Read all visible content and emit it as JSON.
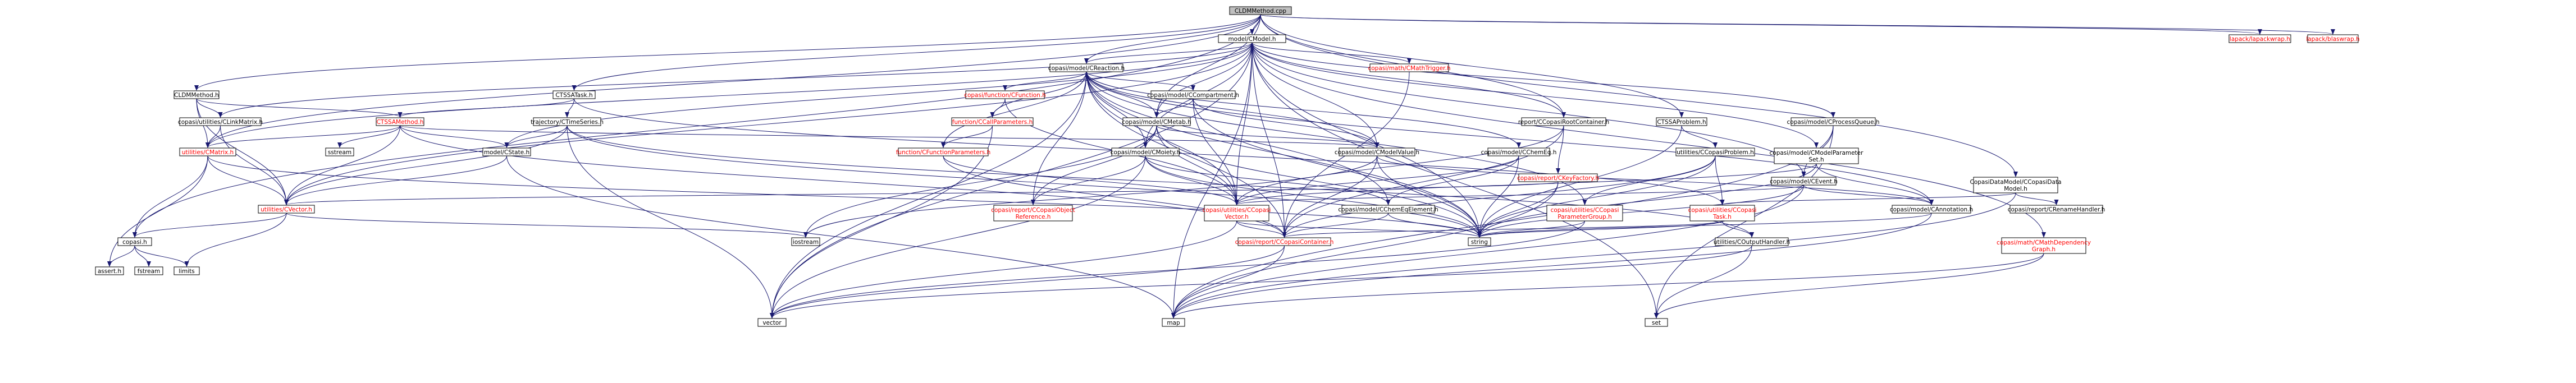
{
  "graph": {
    "root_file": "CLDMMethod.cpp",
    "colors": {
      "root_fill": "#bfbfbf",
      "node_fill": "#ffffff",
      "node_border": "#000000",
      "missing_border": "#bfbfbf",
      "link_text": "#ff0000",
      "edge": "#191970"
    },
    "nodes": [
      {
        "id": "root",
        "lines": [
          "CLDMMethod.cpp"
        ],
        "style": "root"
      },
      {
        "id": "cmodel",
        "lines": [
          "model/CModel.h"
        ],
        "style": "normal"
      },
      {
        "id": "lapackh",
        "lines": [
          "lapack/lapackwrap.h"
        ],
        "style": "red"
      },
      {
        "id": "blaswrap",
        "lines": [
          "lapack/blaswrap.h"
        ],
        "style": "red"
      },
      {
        "id": "creaction",
        "lines": [
          "copasi/model/CReaction.h"
        ],
        "style": "normal"
      },
      {
        "id": "cmathtrigger",
        "lines": [
          "copasi/math/CMathTrigger.h"
        ],
        "style": "red"
      },
      {
        "id": "cldmmethodh",
        "lines": [
          "CLDMMethod.h"
        ],
        "style": "normal"
      },
      {
        "id": "ctssatask",
        "lines": [
          "CTSSATask.h"
        ],
        "style": "normal"
      },
      {
        "id": "cfunction",
        "lines": [
          "copasi/function/CFunction.h"
        ],
        "style": "red"
      },
      {
        "id": "ccompartment",
        "lines": [
          "copasi/model/CCompartment.h"
        ],
        "style": "normal"
      },
      {
        "id": "cprocessqueue",
        "lines": [
          "copasi/model/CProcessQueue.h"
        ],
        "style": "normal"
      },
      {
        "id": "creportroot",
        "lines": [
          "report/CCopasiRootContainer.h"
        ],
        "style": "normal"
      },
      {
        "id": "ctssaproblem",
        "lines": [
          "CTSSAProblem.h"
        ],
        "style": "normal"
      },
      {
        "id": "clinkmatrix",
        "lines": [
          "copasi/utilities/CLinkMatrix.h"
        ],
        "style": "normal"
      },
      {
        "id": "ctssamethod",
        "lines": [
          "CTSSAMethod.h"
        ],
        "style": "red"
      },
      {
        "id": "ctimeseries",
        "lines": [
          "trajectory/CTimeSeries.h"
        ],
        "style": "normal"
      },
      {
        "id": "ccallparams",
        "lines": [
          "function/CCallParameters.h"
        ],
        "style": "red"
      },
      {
        "id": "cmetab",
        "lines": [
          "copasi/model/CMetab.h"
        ],
        "style": "normal"
      },
      {
        "id": "cmodelparamset",
        "lines": [
          "copasi/model/CModelParameter",
          "Set.h"
        ],
        "style": "normal"
      },
      {
        "id": "cevent",
        "lines": [
          "copasi/model/CEvent.h"
        ],
        "style": "normal"
      },
      {
        "id": "cdatamodel",
        "lines": [
          "CopasiDataModel/CCopasiData",
          "Model.h"
        ],
        "style": "normal"
      },
      {
        "id": "cmatrix",
        "lines": [
          "utilities/CMatrix.h"
        ],
        "style": "red"
      },
      {
        "id": "sstream",
        "lines": [
          "sstream"
        ],
        "style": "missing"
      },
      {
        "id": "cstate",
        "lines": [
          "model/CState.h"
        ],
        "style": "normal"
      },
      {
        "id": "cfuncparams",
        "lines": [
          "function/CFunctionParameters.h"
        ],
        "style": "red"
      },
      {
        "id": "cmoiety",
        "lines": [
          "copasi/model/CMoiety.h"
        ],
        "style": "normal"
      },
      {
        "id": "cmodelvalue",
        "lines": [
          "copasi/model/CModelValue.h"
        ],
        "style": "normal"
      },
      {
        "id": "cchemeq",
        "lines": [
          "copasi/model/CChemEq.h"
        ],
        "style": "normal"
      },
      {
        "id": "ccopasiproblem",
        "lines": [
          "utilities/CCopasiProblem.h"
        ],
        "style": "normal"
      },
      {
        "id": "ckeyfactory",
        "lines": [
          "copasi/report/CKeyFactory.h"
        ],
        "style": "red"
      },
      {
        "id": "creportnamehandler",
        "lines": [
          "copasi/report/CRenameHandler.h"
        ],
        "style": "normal"
      },
      {
        "id": "cvectorh",
        "lines": [
          "utilities/CVector.h"
        ],
        "style": "red"
      },
      {
        "id": "ccopasiobjref",
        "lines": [
          "copasi/report/CCopasiObject",
          "Reference.h"
        ],
        "style": "red"
      },
      {
        "id": "ccopasivector",
        "lines": [
          "copasi/utilities/CCopasi",
          "Vector.h"
        ],
        "style": "red"
      },
      {
        "id": "cchemeqelement",
        "lines": [
          "copasi/model/CChemEqElement.h"
        ],
        "style": "normal"
      },
      {
        "id": "cparamgroup",
        "lines": [
          "copasi/utilities/CCopasi",
          "ParameterGroup.h"
        ],
        "style": "red"
      },
      {
        "id": "ccopasitask",
        "lines": [
          "copasi/utilities/CCopasi",
          "Task.h"
        ],
        "style": "red"
      },
      {
        "id": "cannotation",
        "lines": [
          "copasi/model/CAnnotation.h"
        ],
        "style": "normal"
      },
      {
        "id": "cmathdepgraph",
        "lines": [
          "copasi/math/CMathDependency",
          "Graph.h"
        ],
        "style": "red"
      },
      {
        "id": "copasih",
        "lines": [
          "copasi.h"
        ],
        "style": "normal"
      },
      {
        "id": "iostream",
        "lines": [
          "iostream"
        ],
        "style": "missing"
      },
      {
        "id": "ccopasicontainer",
        "lines": [
          "copasi/report/CCopasiContainer.h"
        ],
        "style": "red"
      },
      {
        "id": "string",
        "lines": [
          "string"
        ],
        "style": "missing"
      },
      {
        "id": "coutputhandler",
        "lines": [
          "utilities/COutputHandler.h"
        ],
        "style": "normal"
      },
      {
        "id": "assert",
        "lines": [
          "assert.h"
        ],
        "style": "missing"
      },
      {
        "id": "fstream",
        "lines": [
          "fstream"
        ],
        "style": "missing"
      },
      {
        "id": "limits",
        "lines": [
          "limits"
        ],
        "style": "missing"
      },
      {
        "id": "vector",
        "lines": [
          "vector"
        ],
        "style": "missing"
      },
      {
        "id": "map",
        "lines": [
          "map"
        ],
        "style": "missing"
      },
      {
        "id": "set",
        "lines": [
          "set"
        ],
        "style": "missing"
      }
    ],
    "edges": [
      [
        "root",
        "cmodel"
      ],
      [
        "root",
        "lapackh"
      ],
      [
        "root",
        "blaswrap"
      ],
      [
        "root",
        "creaction"
      ],
      [
        "root",
        "cldmmethodh"
      ],
      [
        "root",
        "ctssatask"
      ],
      [
        "root",
        "cmetab"
      ],
      [
        "root",
        "creportroot"
      ],
      [
        "root",
        "ctssaproblem"
      ],
      [
        "root",
        "cdatamodel"
      ],
      [
        "root",
        "copasih"
      ],
      [
        "root",
        "cmatrix"
      ],
      [
        "cmodel",
        "creaction"
      ],
      [
        "cmodel",
        "cmathtrigger"
      ],
      [
        "cmodel",
        "cprocessqueue"
      ],
      [
        "cmodel",
        "creportroot"
      ],
      [
        "cmodel",
        "cmetab"
      ],
      [
        "cmodel",
        "cmodelparamset"
      ],
      [
        "cmodel",
        "cevent"
      ],
      [
        "cmodel",
        "cmoiety"
      ],
      [
        "cmodel",
        "cmodelvalue"
      ],
      [
        "cmodel",
        "cstate"
      ],
      [
        "cmodel",
        "cmatrix"
      ],
      [
        "cmodel",
        "cvectorh"
      ],
      [
        "cmodel",
        "ccopasivector"
      ],
      [
        "cmodel",
        "ccopasicontainer"
      ],
      [
        "cmodel",
        "string"
      ],
      [
        "cmodel",
        "vector"
      ],
      [
        "cmodel",
        "map"
      ],
      [
        "cmodel",
        "set"
      ],
      [
        "cmodel",
        "cmathdepgraph"
      ],
      [
        "cmodel",
        "clinkmatrix"
      ],
      [
        "creaction",
        "cfunction"
      ],
      [
        "creaction",
        "ccompartment"
      ],
      [
        "creaction",
        "cmetab"
      ],
      [
        "creaction",
        "ccallparams"
      ],
      [
        "creaction",
        "cfuncparams"
      ],
      [
        "creaction",
        "cchemeq"
      ],
      [
        "creaction",
        "cmoiety"
      ],
      [
        "creaction",
        "cmodelvalue"
      ],
      [
        "creaction",
        "ccopasiobjref"
      ],
      [
        "creaction",
        "cchemeqelement"
      ],
      [
        "creaction",
        "cparamgroup"
      ],
      [
        "creaction",
        "cannotation"
      ],
      [
        "creaction",
        "string"
      ],
      [
        "creaction",
        "vector"
      ],
      [
        "creaction",
        "ccopasicontainer"
      ],
      [
        "creaction",
        "ccopasivector"
      ],
      [
        "ccompartment",
        "cmetab"
      ],
      [
        "ccompartment",
        "cmodelvalue"
      ],
      [
        "ccompartment",
        "ccopasivector"
      ],
      [
        "ccompartment",
        "string"
      ],
      [
        "cfunction",
        "ccallparams"
      ],
      [
        "cfunction",
        "ccopasivector"
      ],
      [
        "ccallparams",
        "cfuncparams"
      ],
      [
        "ccallparams",
        "vector"
      ],
      [
        "cfuncparams",
        "ccopasivector"
      ],
      [
        "cfuncparams",
        "ccopasicontainer"
      ],
      [
        "cmetab",
        "cmoiety"
      ],
      [
        "cmetab",
        "cmodelvalue"
      ],
      [
        "cmetab",
        "ccopasiobjref"
      ],
      [
        "cmetab",
        "ccopasivector"
      ],
      [
        "cmetab",
        "string"
      ],
      [
        "cmetab",
        "iostream"
      ],
      [
        "cmoiety",
        "ccopasiobjref"
      ],
      [
        "cmoiety",
        "ccopasivector"
      ],
      [
        "cmoiety",
        "cchemeqelement"
      ],
      [
        "cmoiety",
        "vector"
      ],
      [
        "cmoiety",
        "string"
      ],
      [
        "cmodelvalue",
        "cannotation"
      ],
      [
        "cmodelvalue",
        "ccopasicontainer"
      ],
      [
        "cmodelvalue",
        "string"
      ],
      [
        "cmodelvalue",
        "iostream"
      ],
      [
        "cchemeq",
        "cchemeqelement"
      ],
      [
        "cchemeq",
        "ccopasivector"
      ],
      [
        "cchemeq",
        "string"
      ],
      [
        "cchemeqelement",
        "ccopasicontainer"
      ],
      [
        "cchemeqelement",
        "string"
      ],
      [
        "cldmmethodh",
        "cmatrix"
      ],
      [
        "cldmmethodh",
        "ctssamethod"
      ],
      [
        "cldmmethodh",
        "cvectorh"
      ],
      [
        "cldmmethodh",
        "clinkmatrix"
      ],
      [
        "clinkmatrix",
        "cmatrix"
      ],
      [
        "clinkmatrix",
        "cvectorh"
      ],
      [
        "ctssatask",
        "ctssamethod"
      ],
      [
        "ctssatask",
        "ctimeseries"
      ],
      [
        "ctssatask",
        "ccopasitask"
      ],
      [
        "ctssamethod",
        "cmatrix"
      ],
      [
        "ctssamethod",
        "sstream"
      ],
      [
        "ctssamethod",
        "cvectorh"
      ],
      [
        "ctssamethod",
        "cstate"
      ],
      [
        "ctssamethod",
        "cmodelvalue"
      ],
      [
        "ctssamethod",
        "ccopasicontainer"
      ],
      [
        "ctimeseries",
        "cvectorh"
      ],
      [
        "ctimeseries",
        "cstate"
      ],
      [
        "ctimeseries",
        "coutputhandler"
      ],
      [
        "ctimeseries",
        "vector"
      ],
      [
        "ctimeseries",
        "string"
      ],
      [
        "cmatrix",
        "cvectorh"
      ],
      [
        "cmatrix",
        "copasih"
      ],
      [
        "cmatrix",
        "assert"
      ],
      [
        "cmatrix",
        "string"
      ],
      [
        "cstate",
        "cvectorh"
      ],
      [
        "cstate",
        "map"
      ],
      [
        "cvectorh",
        "copasih"
      ],
      [
        "cvectorh",
        "iostream"
      ],
      [
        "cvectorh",
        "limits"
      ],
      [
        "copasih",
        "assert"
      ],
      [
        "copasih",
        "fstream"
      ],
      [
        "copasih",
        "limits"
      ],
      [
        "ccopasivector",
        "ccopasicontainer"
      ],
      [
        "ccopasivector",
        "vector"
      ],
      [
        "ccopasivector",
        "string"
      ],
      [
        "ccopasicontainer",
        "vector"
      ],
      [
        "ccopasicontainer",
        "map"
      ],
      [
        "creportroot",
        "ckeyfactory"
      ],
      [
        "creportroot",
        "ccopasicontainer"
      ],
      [
        "creportroot",
        "ccopasivector"
      ],
      [
        "ckeyfactory",
        "string"
      ],
      [
        "ckeyfactory",
        "map"
      ],
      [
        "ckeyfactory",
        "cvectorh"
      ],
      [
        "ctssaproblem",
        "ccopasiproblem"
      ],
      [
        "ctssaproblem",
        "string"
      ],
      [
        "ccopasiproblem",
        "cparamgroup"
      ],
      [
        "ccopasiproblem",
        "ccopasitask"
      ],
      [
        "ccopasiproblem",
        "ccopasicontainer"
      ],
      [
        "ccopasiproblem",
        "string"
      ],
      [
        "cparamgroup",
        "string"
      ],
      [
        "cparamgroup",
        "vector"
      ],
      [
        "ccopasitask",
        "string"
      ],
      [
        "ccopasitask",
        "coutputhandler"
      ],
      [
        "ccopasitask",
        "ccopasicontainer"
      ],
      [
        "coutputhandler",
        "vector"
      ],
      [
        "coutputhandler",
        "set"
      ],
      [
        "cprocessqueue",
        "cevent"
      ],
      [
        "cprocessqueue",
        "map"
      ],
      [
        "cprocessqueue",
        "set"
      ],
      [
        "cevent",
        "cannotation"
      ],
      [
        "cevent",
        "ccopasivector"
      ],
      [
        "cevent",
        "string"
      ],
      [
        "cevent",
        "map"
      ],
      [
        "cmodelparamset",
        "cannotation"
      ],
      [
        "cmodelparamset",
        "string"
      ],
      [
        "cmodelparamset",
        "ccopasivector"
      ],
      [
        "cdatamodel",
        "creportnamehandler"
      ],
      [
        "cdatamodel",
        "map"
      ],
      [
        "cdatamodel",
        "ccopasitask"
      ],
      [
        "cannotation",
        "map"
      ],
      [
        "cannotation",
        "string"
      ],
      [
        "cmathdepgraph",
        "map"
      ],
      [
        "cmathdepgraph",
        "set"
      ],
      [
        "cmathtrigger",
        "ccopasicontainer"
      ]
    ]
  }
}
